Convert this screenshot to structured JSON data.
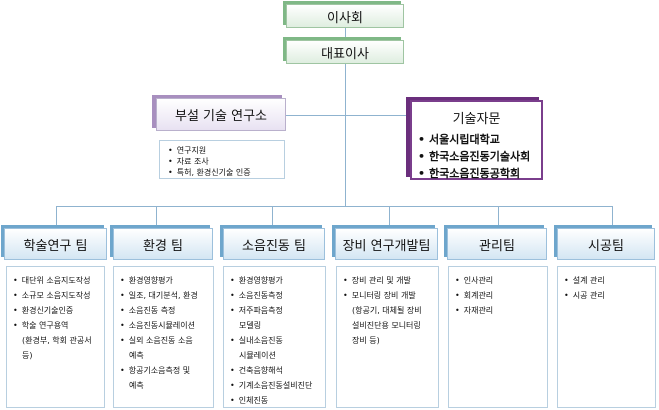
{
  "board": "이사회",
  "ceo": "대표이사",
  "lab": {
    "title": "부설 기술 연구소",
    "items": [
      "연구지원",
      "자료 조사",
      "특허, 환경신기술 인증"
    ]
  },
  "advisory": {
    "title": "기술자문",
    "items": [
      "서울시립대학교",
      "한국소음진동기술사회",
      "한국소음진동공학회"
    ]
  },
  "teams": [
    {
      "title": "학술연구 팀",
      "items": [
        {
          "text": "대단위 소음지도작성",
          "bullet": true
        },
        {
          "text": "소규모 소음지도작성",
          "bullet": true
        },
        {
          "text": "환경신기술인증",
          "bullet": true
        },
        {
          "text": "학술 연구용역",
          "bullet": true
        },
        {
          "text": "(환경부, 학회 관공서",
          "bullet": false
        },
        {
          "text": "등)",
          "bullet": false
        }
      ]
    },
    {
      "title": "환경 팀",
      "items": [
        {
          "text": "환경영향평가",
          "bullet": true
        },
        {
          "text": "일조, 대기분석, 환경",
          "bullet": true
        },
        {
          "text": "소음진동 측정",
          "bullet": true
        },
        {
          "text": "소음진동시뮬레이션",
          "bullet": true
        },
        {
          "text": "실외 소음진동 소음",
          "bullet": true
        },
        {
          "text": "예측",
          "bullet": false
        },
        {
          "text": "항공기소음측정 및",
          "bullet": true
        },
        {
          "text": "예측",
          "bullet": false
        }
      ]
    },
    {
      "title": "소음진동 팀",
      "items": [
        {
          "text": "환경영향평가",
          "bullet": true
        },
        {
          "text": "소음진동측정",
          "bullet": true
        },
        {
          "text": "저주파음측정",
          "bullet": true
        },
        {
          "text": "모델링",
          "bullet": false
        },
        {
          "text": "실내소음진동",
          "bullet": true
        },
        {
          "text": "시뮬레이션",
          "bullet": false
        },
        {
          "text": "건축음향해석",
          "bullet": true
        },
        {
          "text": "기계소음진동설비진단",
          "bullet": true
        },
        {
          "text": "인체진동",
          "bullet": true
        }
      ]
    },
    {
      "title": "장비 연구개발팀",
      "items": [
        {
          "text": "장비 관리 및 개발",
          "bullet": true
        },
        {
          "text": "모니터링 장비 개발",
          "bullet": true
        },
        {
          "text": "(항공기, 대체될 장비",
          "bullet": false
        },
        {
          "text": "설비진단용 모니터링",
          "bullet": false
        },
        {
          "text": "장비 등)",
          "bullet": false
        }
      ]
    },
    {
      "title": "관리팀",
      "items": [
        {
          "text": "인사관리",
          "bullet": true
        },
        {
          "text": "회계관리",
          "bullet": true
        },
        {
          "text": "자재관리",
          "bullet": true
        }
      ]
    },
    {
      "title": "시공팀",
      "items": [
        {
          "text": "설계 관리",
          "bullet": true
        },
        {
          "text": "시공 관리",
          "bullet": true
        }
      ]
    }
  ]
}
